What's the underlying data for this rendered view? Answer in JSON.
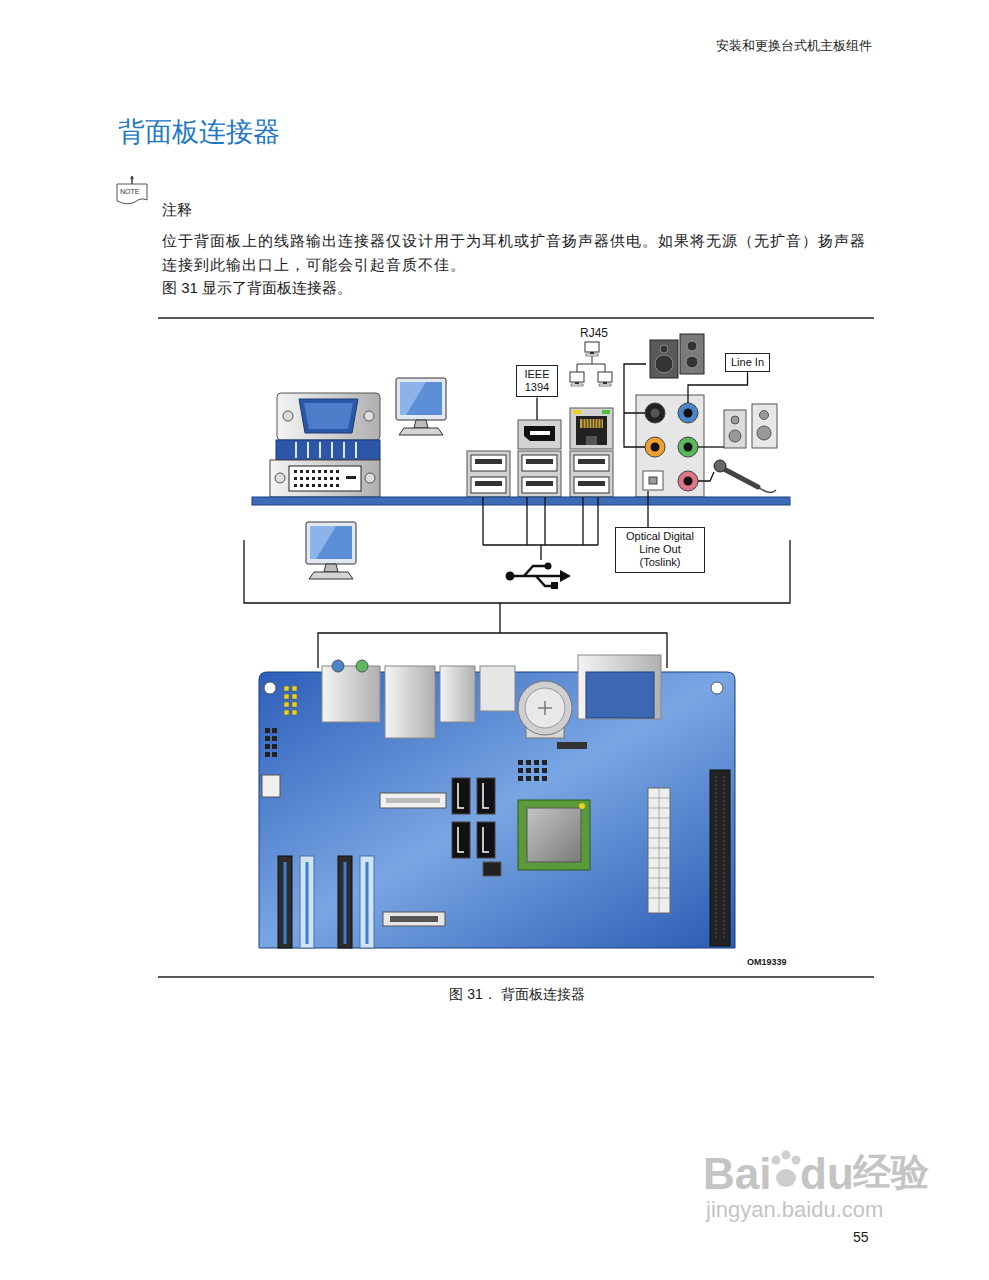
{
  "diagram": {
    "title": "背面板连接器",
    "caption": "图 31． 背面板连接器",
    "nodes": [
      {
        "text": [
          "IEEE 1394"
        ]
      },
      {
        "text": [
          "Line In"
        ]
      },
      {
        "text": [
          "Optical Digital Line Out (Toslink)"
        ]
      }
    ],
    "labels": [
      "安装和更换台式机主板组件",
      "NOTE",
      "注释",
      "位于背面板上的线路输出连接器仅设计用于为耳机或扩音扬声器供电。如果将无源（无扩音）扬声器连接到此输出口上，可能会引起音质不佳。",
      "图 31 显示了背面板连接器。",
      "RJ45",
      "OM19339",
      "55",
      "Bai",
      "du",
      "经验",
      "jingyan.baidu.com"
    ]
  }
}
